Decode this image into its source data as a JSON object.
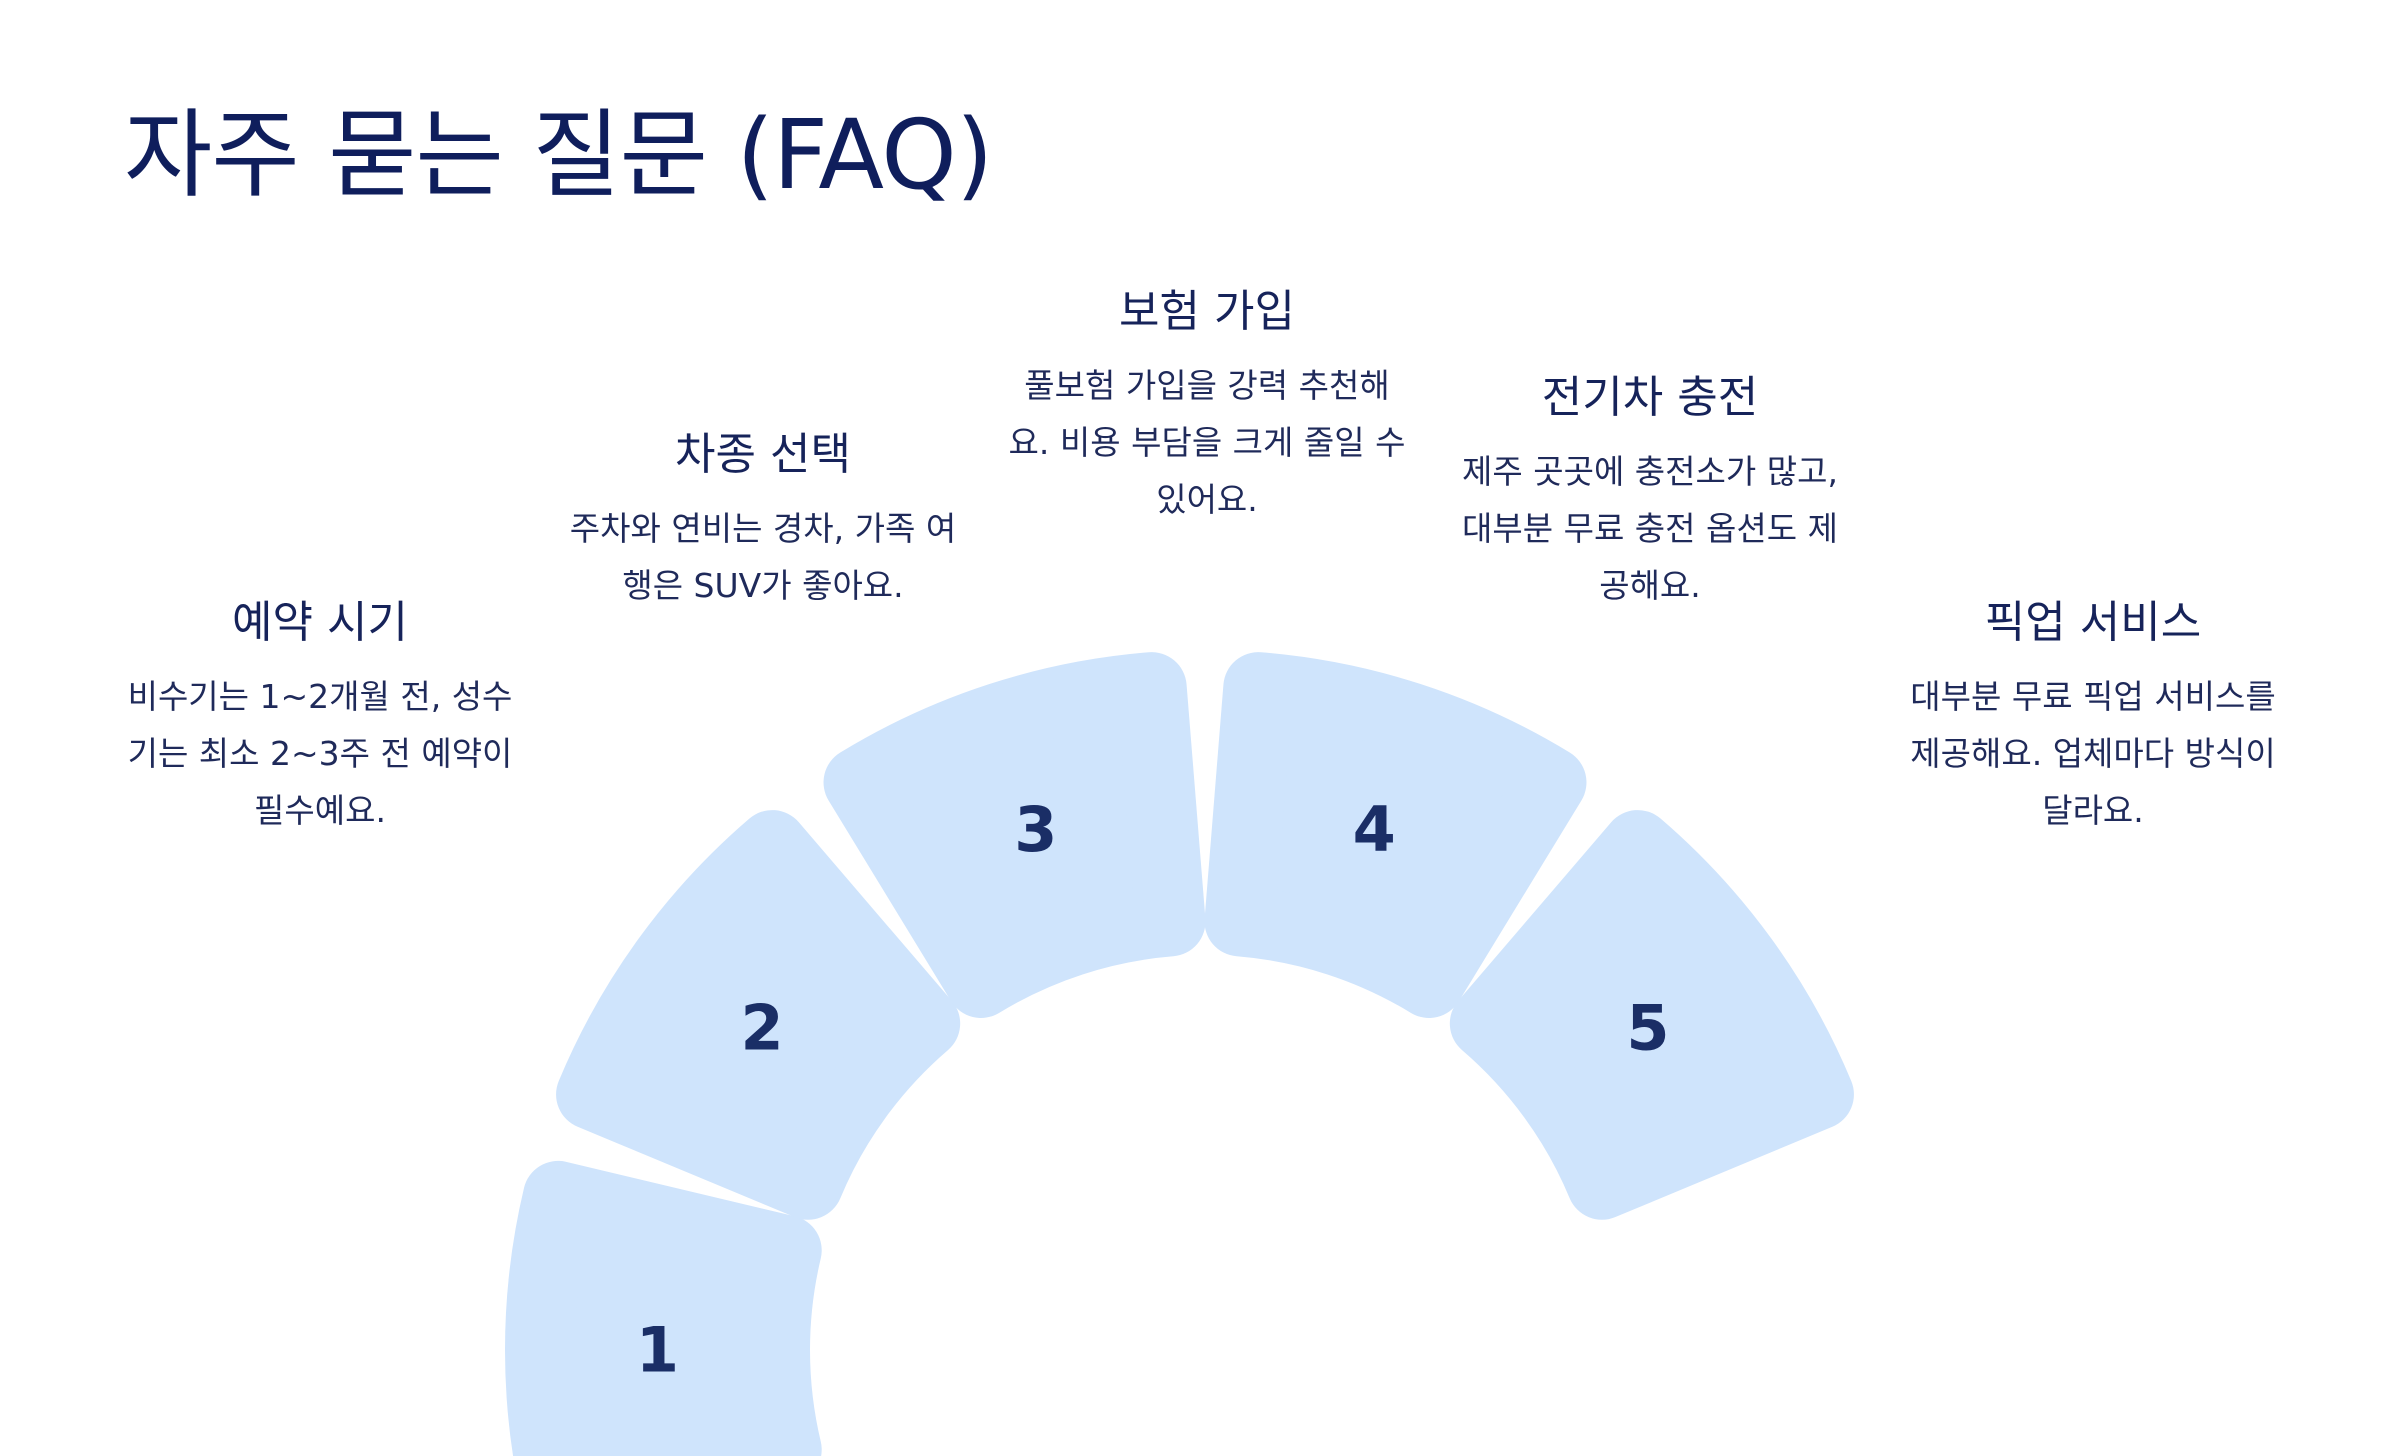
{
  "page": {
    "title": "자주 묻는 질문 (FAQ)"
  },
  "colors": {
    "segment_fill": "#cfe4fc",
    "title_text": "#0f1e5c",
    "body_text": "#1f2a5a",
    "number_text": "#1a2e66"
  },
  "faq": {
    "items": [
      {
        "number": "1",
        "title": "예약 시기",
        "description": "비수기는 1~2개월 전, 성수기는 최소 2~3주 전 예약이 필수예요."
      },
      {
        "number": "2",
        "title": "차종 선택",
        "description": "주차와 연비는 경차, 가족 여행은 SUV가 좋아요."
      },
      {
        "number": "3",
        "title": "보험 가입",
        "description": "풀보험 가입을 강력 추천해요. 비용 부담을 크게 줄일 수 있어요."
      },
      {
        "number": "4",
        "title": "전기차 충전",
        "description": "제주 곳곳에 충전소가 많고, 대부분 무료 충전 옵션도 제공해요."
      },
      {
        "number": "5",
        "title": "픽업 서비스",
        "description": "대부분 무료 픽업 서비스를 제공해요. 업체마다 방식이 달라요."
      }
    ]
  }
}
